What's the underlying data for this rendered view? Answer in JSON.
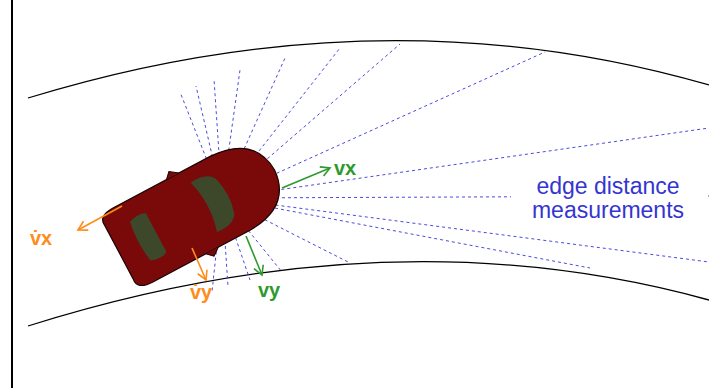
{
  "diagram": {
    "labels": [
      "vx",
      "vy",
      "v̇x",
      "v̇y",
      "edge distance measurements"
    ]
  }
}
